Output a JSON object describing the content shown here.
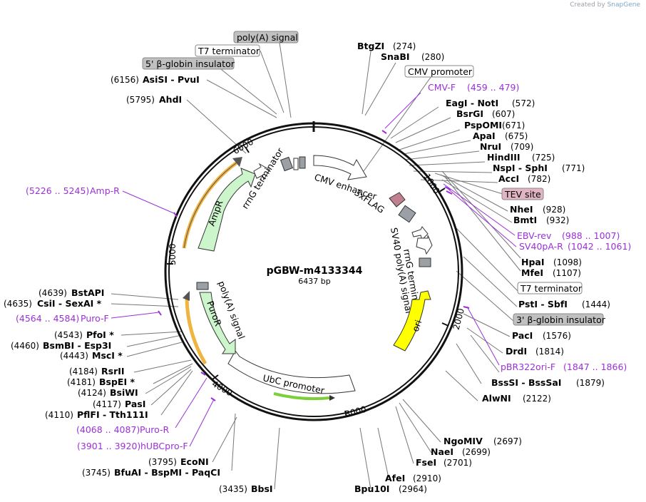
{
  "credit": {
    "prefix": "Created by",
    "brand": "SnapGene"
  },
  "plasmid": {
    "name": "pGBW-m4133344",
    "length": "6437 bp"
  },
  "colors": {
    "primer": "#9b30d9",
    "orange": "#f0b441",
    "green": "#ccf5cc",
    "yellow": "#ffff00",
    "grey_box": "#c0c0c0",
    "pink_box": "#e2b5c5"
  },
  "ticks": [
    "1000",
    "2000",
    "3000",
    "4000",
    "5000",
    "6000"
  ],
  "boxed_labels": [
    {
      "text": "poly(A) signal",
      "style": "grey"
    },
    {
      "text": "T7 terminator",
      "style": "white"
    },
    {
      "text": "5' β-globin insulator",
      "style": "grey"
    },
    {
      "text": "CMV promoter",
      "style": "white"
    },
    {
      "text": "TEV site",
      "style": "pink"
    },
    {
      "text": "T7 terminator",
      "style": "white"
    },
    {
      "text": "3' β-globin insulator",
      "style": "grey"
    }
  ],
  "sites": [
    {
      "name": "BtgZI",
      "pos": "(274)"
    },
    {
      "name": "SnaBI",
      "pos": "(280)"
    },
    {
      "name": "EagI  -  NotI",
      "pos": "(572)"
    },
    {
      "name": "BsrGI",
      "pos": "(607)"
    },
    {
      "name": "PspOMI",
      "pos": "(671)"
    },
    {
      "name": "ApaI",
      "pos": "(675)"
    },
    {
      "name": "NruI",
      "pos": "(709)"
    },
    {
      "name": "HindIII",
      "pos": "(725)"
    },
    {
      "name": "NspI  -  SphI",
      "pos": "(771)"
    },
    {
      "name": "AccI",
      "pos": "(782)"
    },
    {
      "name": "NheI",
      "pos": "(928)"
    },
    {
      "name": "BmtI",
      "pos": "(932)"
    },
    {
      "name": "HpaI",
      "pos": "(1098)"
    },
    {
      "name": "MfeI",
      "pos": "(1107)"
    },
    {
      "name": "PstI  -  SbfI",
      "pos": "(1444)"
    },
    {
      "name": "PacI",
      "pos": "(1576)"
    },
    {
      "name": "DrdI",
      "pos": "(1814)"
    },
    {
      "name": "BssSI  -  BssSaI",
      "pos": "(1879)"
    },
    {
      "name": "AlwNI",
      "pos": "(2122)"
    },
    {
      "name": "NgoMIV",
      "pos": "(2697)"
    },
    {
      "name": "NaeI",
      "pos": "(2699)"
    },
    {
      "name": "FseI",
      "pos": "(2701)"
    },
    {
      "name": "AfeI",
      "pos": "(2910)"
    },
    {
      "name": "Bpu10I",
      "pos": "(2964)"
    },
    {
      "name": "BbsI",
      "pos": "(3435)"
    },
    {
      "name": "EcoNI",
      "pos": "(3795)"
    },
    {
      "name": "BfuAI  -  BspMI  -  PaqCI",
      "pos": "(3745)"
    },
    {
      "name": "PflFI  -  Tth111I",
      "pos": "(4110)"
    },
    {
      "name": "PasI",
      "pos": "(4117)"
    },
    {
      "name": "BsiWI",
      "pos": "(4124)"
    },
    {
      "name": "BspEI *",
      "pos": "(4181)"
    },
    {
      "name": "RsrII",
      "pos": "(4184)"
    },
    {
      "name": "MscI *",
      "pos": "(4443)"
    },
    {
      "name": "BsmBI  -  Esp3I",
      "pos": "(4460)"
    },
    {
      "name": "PfoI *",
      "pos": "(4543)"
    },
    {
      "name": "CsiI  -  SexAI *",
      "pos": "(4635)"
    },
    {
      "name": "BstAPI",
      "pos": "(4639)"
    },
    {
      "name": "AhdI",
      "pos": "(5795)"
    },
    {
      "name": "AsiSI  -  PvuI",
      "pos": "(6156)"
    }
  ],
  "primers": [
    {
      "name": "CMV-F",
      "range": "(459 .. 479)"
    },
    {
      "name": "EBV-rev",
      "range": "(988 .. 1007)"
    },
    {
      "name": "SV40pA-R",
      "range": "(1042 .. 1061)"
    },
    {
      "name": "pBR322ori-F",
      "range": "(1847 .. 1866)"
    },
    {
      "name": "Amp-R",
      "range": "(5226 .. 5245)"
    },
    {
      "name": "Puro-F",
      "range": "(4564 .. 4584)"
    },
    {
      "name": "Puro-R",
      "range": "(4068 .. 4087)"
    },
    {
      "name": "hUBCpro-F",
      "range": "(3901 .. 3920)"
    }
  ],
  "inner_labels": {
    "cmv_enhancer": "CMV enhancer",
    "flag": "3xFLAG",
    "sv40": "SV40 poly(A) signal",
    "rrng2": "rrnG terminator",
    "ori": "ori",
    "ubc": "UbC promoter",
    "puror": "PuroR",
    "polya": "poly(A) signal",
    "ampr": "AmpR",
    "rrng1": "rrnG terminator"
  }
}
